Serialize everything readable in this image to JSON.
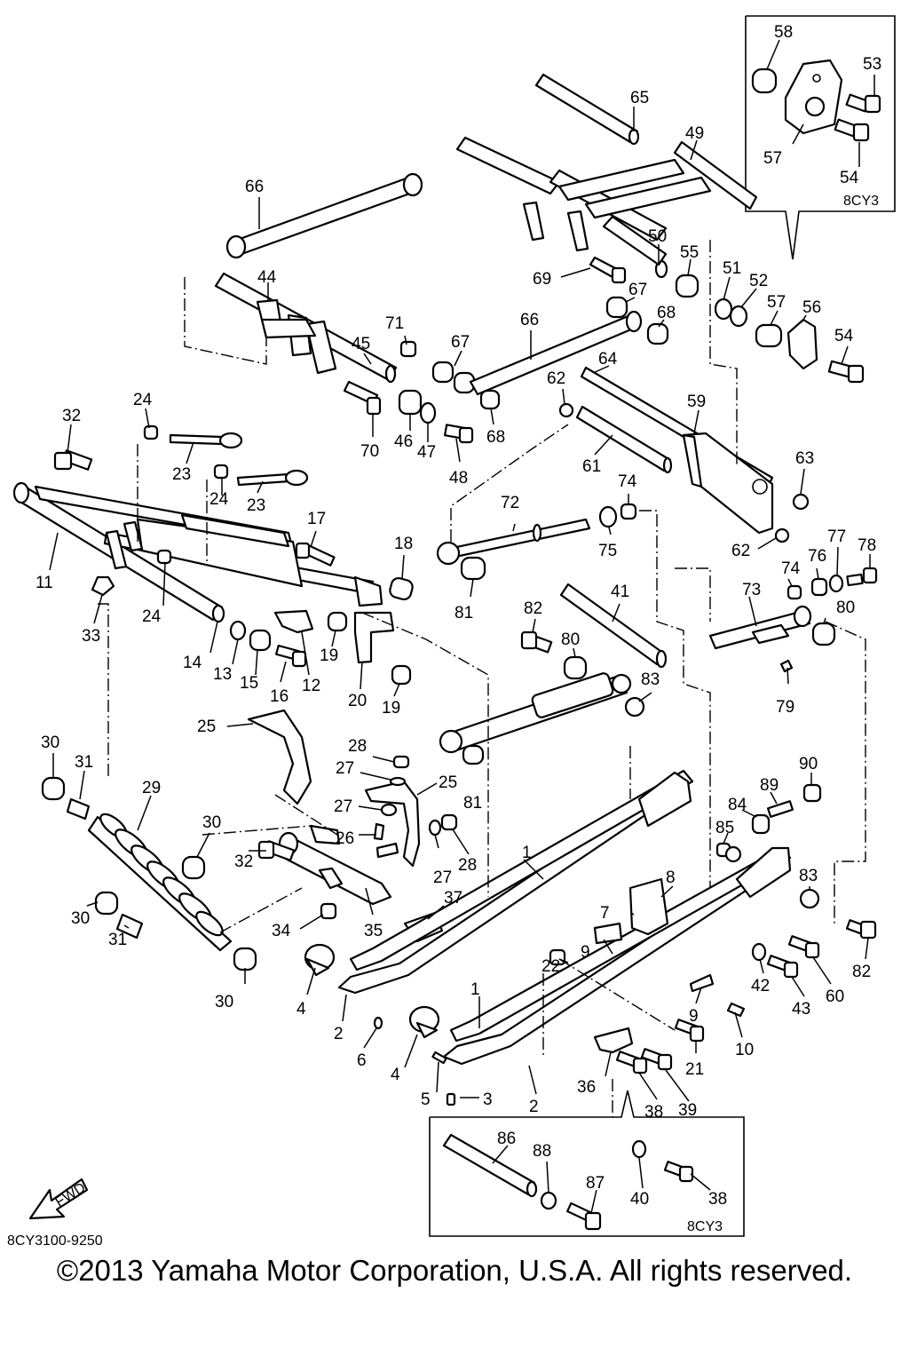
{
  "diagram": {
    "drawing_number": "8CY3100-9250",
    "fwd_label": "FWD",
    "variant_label": "8CY3",
    "part_labels": [
      "1",
      "2",
      "3",
      "4",
      "5",
      "6",
      "7",
      "8",
      "9",
      "10",
      "11",
      "12",
      "13",
      "14",
      "15",
      "16",
      "17",
      "18",
      "19",
      "20",
      "21",
      "22",
      "23",
      "24",
      "25",
      "26",
      "27",
      "28",
      "29",
      "30",
      "31",
      "32",
      "33",
      "34",
      "35",
      "36",
      "37",
      "38",
      "39",
      "40",
      "41",
      "42",
      "43",
      "44",
      "45",
      "46",
      "47",
      "48",
      "49",
      "50",
      "51",
      "52",
      "53",
      "54",
      "55",
      "56",
      "57",
      "58",
      "59",
      "60",
      "61",
      "62",
      "63",
      "64",
      "65",
      "66",
      "67",
      "68",
      "69",
      "70",
      "71",
      "72",
      "73",
      "74",
      "75",
      "76",
      "77",
      "78",
      "79",
      "80",
      "81",
      "82",
      "83",
      "84",
      "85",
      "86",
      "87",
      "88",
      "89",
      "90"
    ]
  },
  "footer": {
    "copyright": "©2013 Yamaha Motor Corporation, U.S.A. All rights reserved."
  }
}
